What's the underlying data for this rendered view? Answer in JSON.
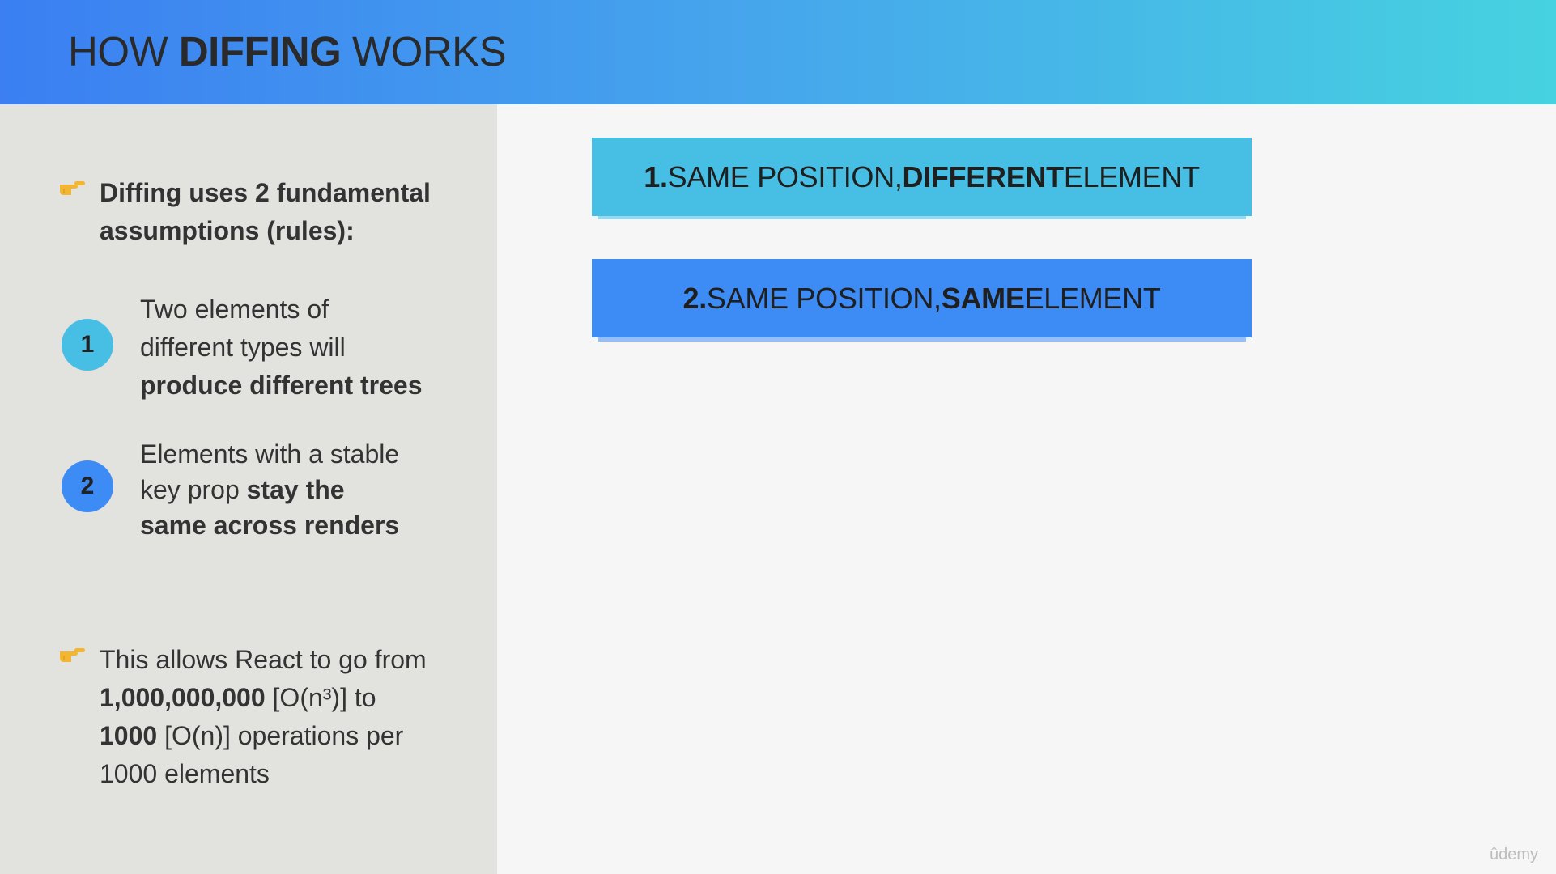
{
  "header": {
    "title_pre": "HOW ",
    "title_bold": "DIFFING",
    "title_post": " WORKS"
  },
  "sidebar": {
    "bullet1": {
      "icon": "pointing-hand-icon",
      "line1": "Diffing uses 2 fundamental",
      "line2": "assumptions (rules):"
    },
    "rules": [
      {
        "number": "1",
        "color": "#47bfe5",
        "line1": "Two elements of",
        "line2": "different types will",
        "line3_bold": "produce different trees"
      },
      {
        "number": "2",
        "color": "#3d8bf5",
        "line1": "Elements with a stable",
        "line2_pre": "key prop ",
        "line2_bold": "stay the",
        "line3_bold": "same across renders"
      }
    ],
    "bullet2": {
      "icon": "pointing-hand-icon",
      "line1": "This allows React to go from",
      "line2_bold": "1,000,000,000",
      "line2_rest": " [O(n³)] to",
      "line3_bold": "1000",
      "line3_rest": " [O(n)] operations per",
      "line4": "1000 elements"
    }
  },
  "main": {
    "boxes": [
      {
        "number": "1.",
        "pre": " SAME POSITION, ",
        "bold": "DIFFERENT",
        "post": " ELEMENT",
        "color": "#47bfe5",
        "shadow": "#9ad8ef"
      },
      {
        "number": "2.",
        "pre": " SAME POSITION, ",
        "bold": "SAME",
        "post": " ELEMENT",
        "color": "#3d8bf5",
        "shadow": "#96bff6"
      }
    ]
  },
  "watermark": "ûdemy",
  "colors": {
    "hand": "#f2b632",
    "sidebar_bg": "#e2e2df",
    "main_bg": "#f6f6f6"
  }
}
